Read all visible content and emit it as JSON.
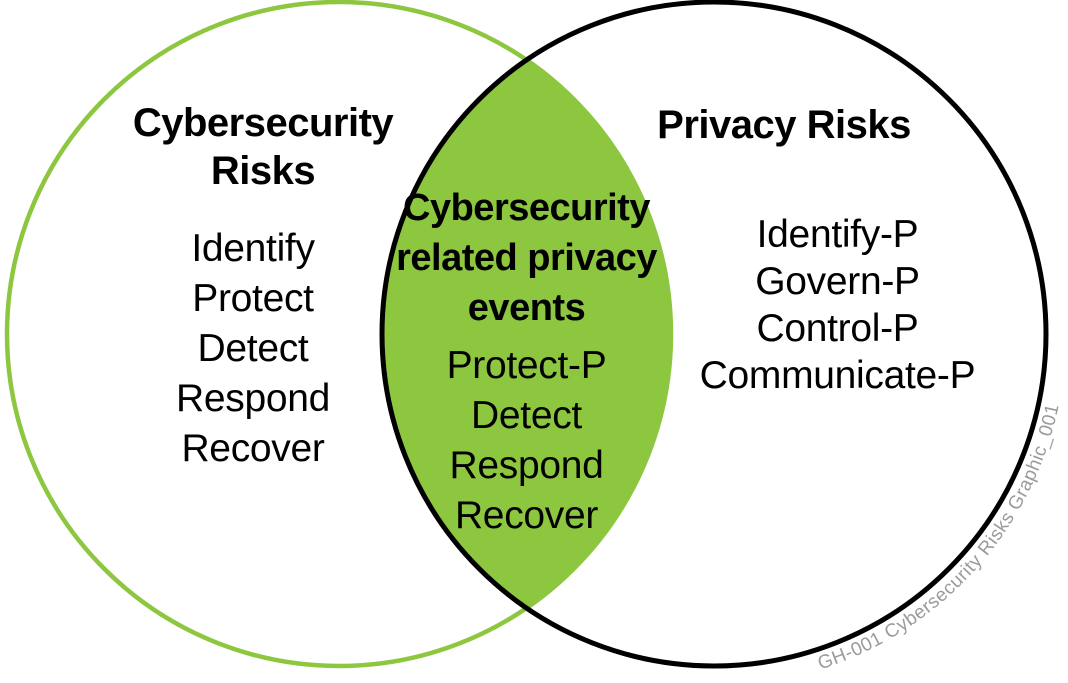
{
  "colors": {
    "green": "#8DC63F",
    "black": "#000000",
    "gray": "#9B9B9B"
  },
  "left_circle": {
    "title": "Cybersecurity Risks",
    "title_lines": [
      "Cybersecurity",
      "Risks"
    ],
    "items": [
      "Identify",
      "Protect",
      "Detect",
      "Respond",
      "Recover"
    ]
  },
  "right_circle": {
    "title": "Privacy Risks",
    "items": [
      "Identify-P",
      "Govern-P",
      "Control-P",
      "Communicate-P"
    ]
  },
  "intersection": {
    "title": "Cybersecurity related privacy events",
    "title_lines": [
      "Cybersecurity",
      "related privacy",
      "events"
    ],
    "items": [
      "Protect-P",
      "Detect",
      "Respond",
      "Recover"
    ]
  },
  "watermark": {
    "text": "GH-001 Cybersecurity Risks Graphic_001"
  }
}
